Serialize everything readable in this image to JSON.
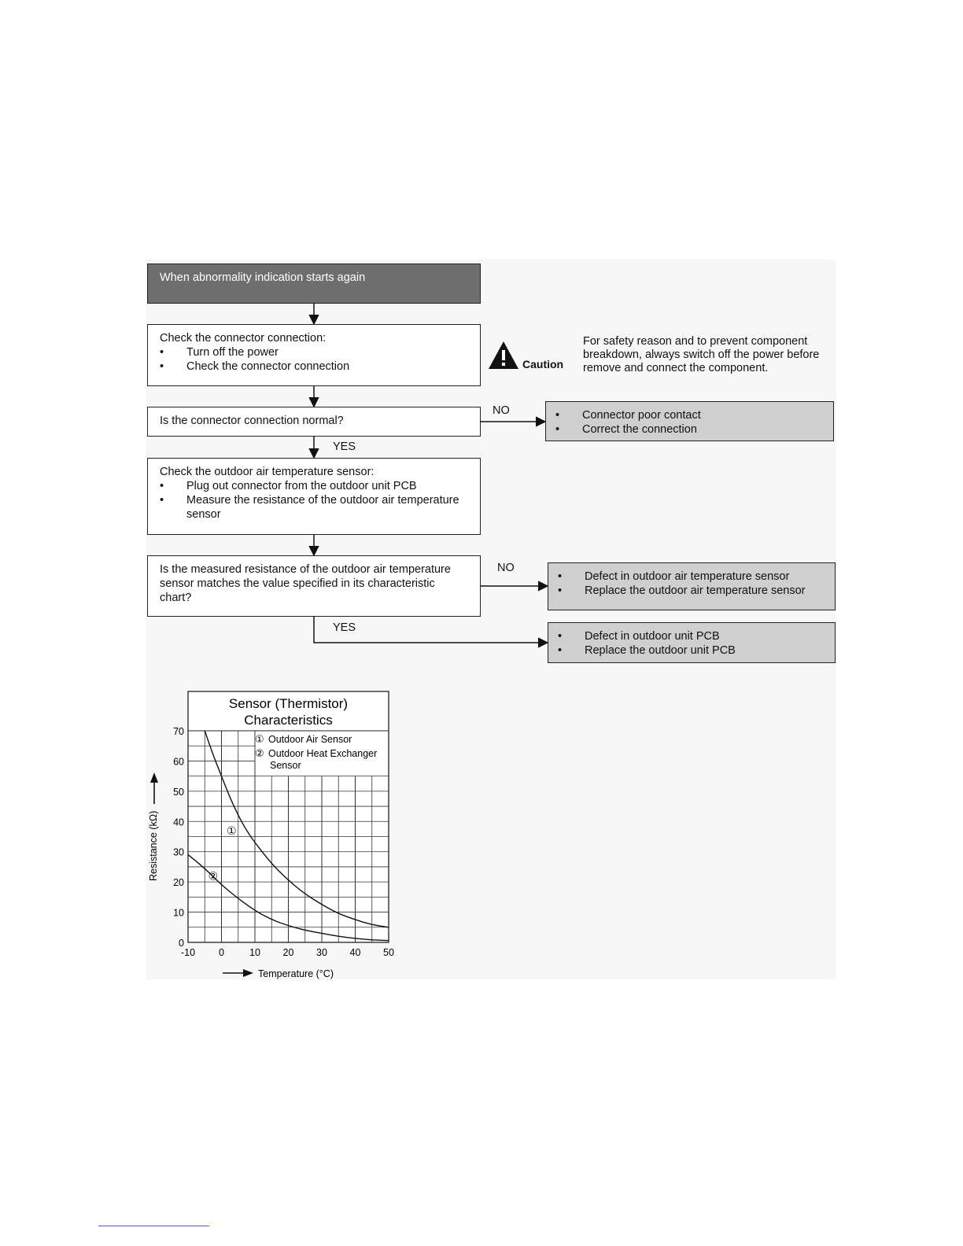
{
  "flow": {
    "start": "When abnormality indication starts again",
    "step1": {
      "title": "Check the connector connection:",
      "bullets": [
        "Turn off the power",
        "Check the connector connection"
      ]
    },
    "q1": "Is the connector connection normal?",
    "q1_no_label": "NO",
    "q1_yes_label": "YES",
    "q1_no_result": [
      "Connector poor contact",
      "Correct the connection"
    ],
    "step2": {
      "title": "Check the outdoor air temperature sensor:",
      "bullets": [
        "Plug out connector from the outdoor unit PCB",
        "Measure the resistance of the outdoor air temperature sensor"
      ]
    },
    "q2": "Is the measured resistance of the outdoor air temperature sensor matches the value specified in its characteristic chart?",
    "q2_no_label": "NO",
    "q2_yes_label": "YES",
    "q2_no_result": [
      "Defect in outdoor air temperature sensor",
      "Replace the outdoor air temperature sensor"
    ],
    "q2_yes_result": [
      "Defect in outdoor unit PCB",
      "Replace the outdoor unit PCB"
    ]
  },
  "caution": {
    "label": "Caution",
    "text": "For safety reason and to prevent component breakdown, always switch off the power before remove and connect the component.",
    "icon": "warning-triangle-icon"
  },
  "chart_data": {
    "type": "line",
    "title": "Sensor (Thermistor) Characteristics",
    "xlabel": "Temperature (°C)",
    "ylabel": "Resistance (kΩ)",
    "xlim": [
      -10,
      50
    ],
    "ylim": [
      0,
      70
    ],
    "xticks": [
      "-10",
      "0",
      "10",
      "20",
      "30",
      "40",
      "50"
    ],
    "yticks": [
      "0",
      "10",
      "20",
      "30",
      "40",
      "50",
      "60",
      "70"
    ],
    "grid": true,
    "legend": [
      {
        "marker": "①",
        "name": "Outdoor Air Sensor"
      },
      {
        "marker": "②",
        "name": "Outdoor Heat Exchanger Sensor"
      }
    ],
    "series": [
      {
        "name": "Outdoor Air Sensor",
        "marker": "①",
        "x": [
          -5,
          -2.5,
          0,
          2.5,
          5,
          7.5,
          10,
          15,
          20,
          25,
          30,
          35,
          40,
          45,
          50
        ],
        "y": [
          70,
          62,
          55,
          48,
          42,
          37,
          33,
          26,
          20.5,
          16,
          12.5,
          9.5,
          7.5,
          5.8,
          5
        ]
      },
      {
        "name": "Outdoor Heat Exchanger Sensor",
        "marker": "②",
        "x": [
          -10,
          -5,
          0,
          5,
          10,
          15,
          20,
          25,
          30,
          35,
          40,
          45,
          50
        ],
        "y": [
          29,
          24.5,
          19,
          14.5,
          10.5,
          7.5,
          5.5,
          4,
          3,
          2,
          1.3,
          0.8,
          0.6
        ]
      }
    ]
  }
}
